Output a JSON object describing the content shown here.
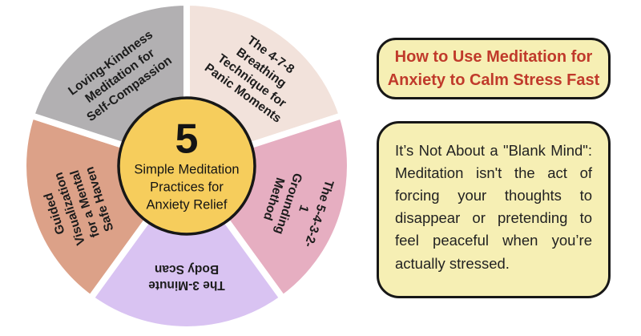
{
  "wheel": {
    "center": {
      "number": "5",
      "label": "Simple Meditation\nPractices for\nAnxiety Relief",
      "color": "#F6CD5C",
      "border_color": "#171717"
    },
    "segments": [
      {
        "id": "breathing",
        "label": "The 4-7-8 Breathing\nTechnique for\nPanic Moments",
        "color": "#F2E2DB"
      },
      {
        "id": "grounding",
        "label": "The 5-4-3-2-1\nGrounding\nMethod",
        "color": "#E6AEC1"
      },
      {
        "id": "body-scan",
        "label": "The 3-Minute\nBody Scan",
        "color": "#D9C3F2"
      },
      {
        "id": "visualization",
        "label": "Guided\nVisualization\nfor a Mental\nSafe Haven",
        "color": "#DCA188"
      },
      {
        "id": "loving-kindness",
        "label": "Loving-Kindness\nMeditation for\nSelf-Compassion",
        "color": "#B2B0B2"
      }
    ],
    "separator_color": "#ffffff"
  },
  "panel": {
    "title": "How to Use Meditation for Anxiety to Calm Stress Fast",
    "title_color": "#C03A2B",
    "box_background": "#F6EFB4",
    "box_border": "#171717",
    "description": "It’s Not About a \"Blank Mind\": Meditation isn't the act of forcing your thoughts to disappear or pretending to feel peaceful when you’re actually stressed."
  }
}
